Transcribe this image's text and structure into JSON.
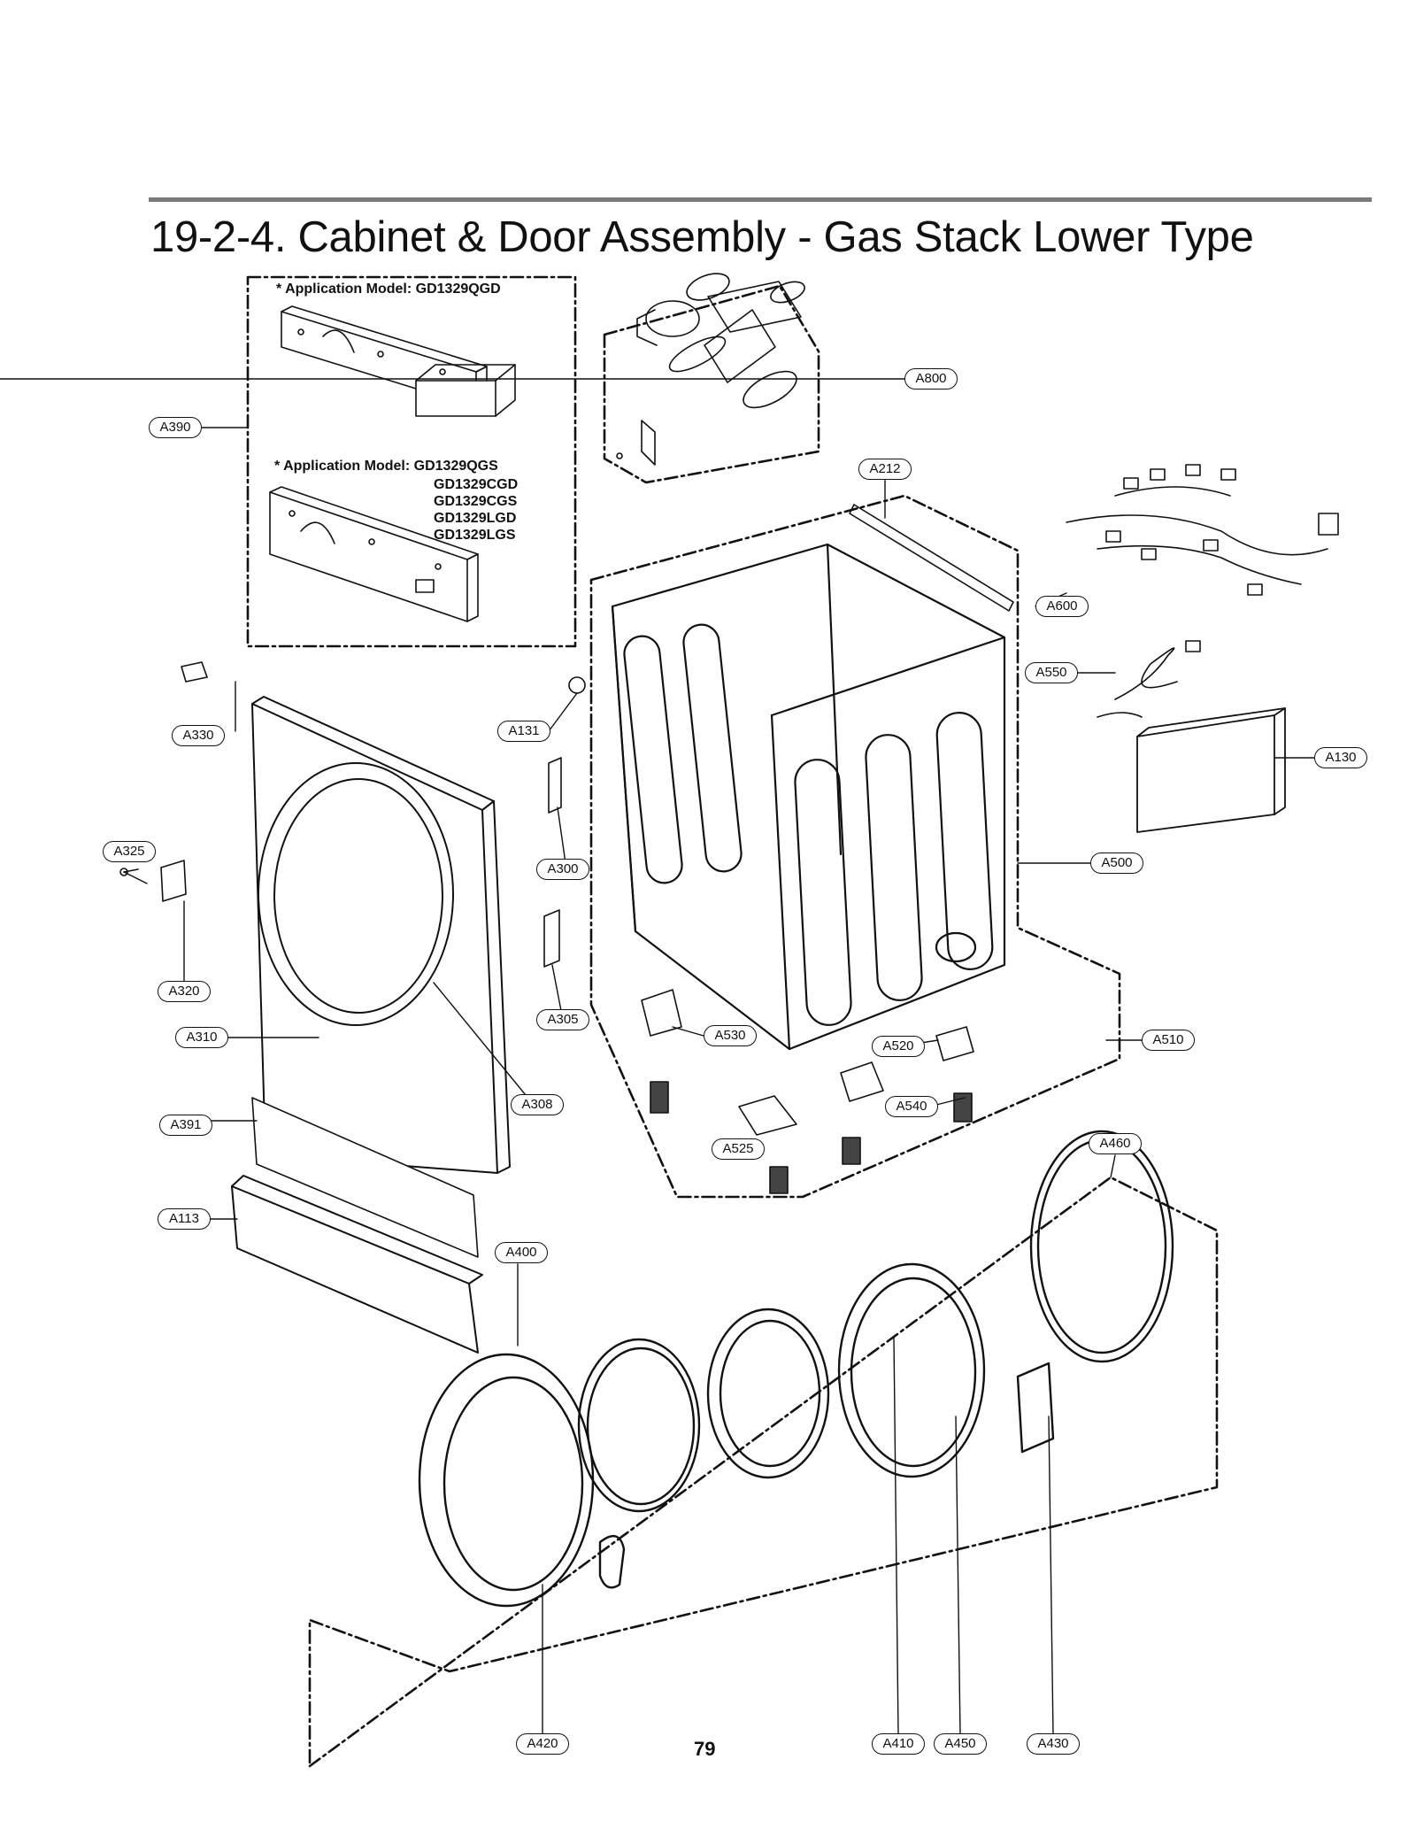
{
  "page": {
    "title": "19-2-4. Cabinet & Door Assembly - Gas Stack Lower Type",
    "page_number": "79"
  },
  "notes": {
    "model_group_1": {
      "prefix": "* Application Model:",
      "models": [
        "GD1329QGD"
      ]
    },
    "model_group_2": {
      "prefix": "* Application Model:",
      "models": [
        "GD1329QGS",
        "GD1329CGD",
        "GD1329CGS",
        "GD1329LGD",
        "GD1329LGS"
      ]
    }
  },
  "callouts": {
    "A390": "A390",
    "A800": "A800",
    "A212": "A212",
    "A600": "A600",
    "A550": "A550",
    "A330": "A330",
    "A131": "A131",
    "A130": "A130",
    "A325": "A325",
    "A300": "A300",
    "A500": "A500",
    "A320": "A320",
    "A305": "A305",
    "A310": "A310",
    "A530": "A530",
    "A520": "A520",
    "A510": "A510",
    "A308": "A308",
    "A540": "A540",
    "A391": "A391",
    "A525": "A525",
    "A460": "A460",
    "A113": "A113",
    "A400": "A400",
    "A420": "A420",
    "A410": "A410",
    "A450": "A450",
    "A430": "A430"
  }
}
